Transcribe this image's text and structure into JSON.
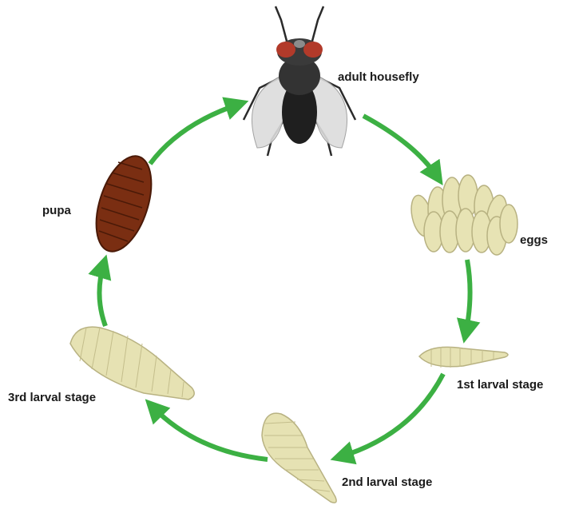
{
  "labels": {
    "adult": "adult housefly",
    "eggs": "eggs",
    "larva1": "1st larval stage",
    "larva2": "2nd larval stage",
    "larva3": "3rd larval stage",
    "pupa": "pupa"
  },
  "icons": {
    "adult": "housefly-icon",
    "eggs": "egg-cluster-icon",
    "larva1": "larva-icon",
    "larva2": "larva-icon",
    "larva3": "larva-icon",
    "pupa": "pupa-icon",
    "arrow": "cycle-arrow-icon"
  },
  "colors": {
    "arrow": "#3cb043",
    "egg": "#e7e3b4",
    "larva": "#e6e2b3",
    "pupa": "#7a2e12",
    "fly_body": "#2b2b2b",
    "fly_eye": "#b23a2a"
  }
}
